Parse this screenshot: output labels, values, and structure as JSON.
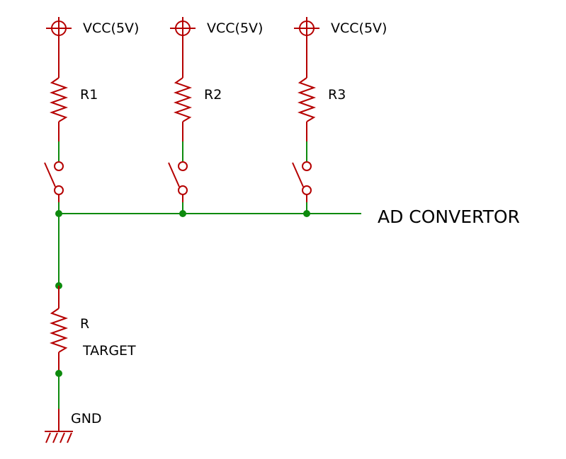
{
  "supplies": [
    {
      "label": "VCC(5V)"
    },
    {
      "label": "VCC(5V)"
    },
    {
      "label": "VCC(5V)"
    }
  ],
  "resistors": [
    {
      "label": "R1"
    },
    {
      "label": "R2"
    },
    {
      "label": "R3"
    }
  ],
  "target": {
    "name": "R",
    "label": "TARGET"
  },
  "output": {
    "label": "AD CONVERTOR"
  },
  "ground": {
    "label": "GND"
  },
  "colors": {
    "component": "#b50000",
    "wire": "#0d8a0d",
    "text": "#000000"
  }
}
